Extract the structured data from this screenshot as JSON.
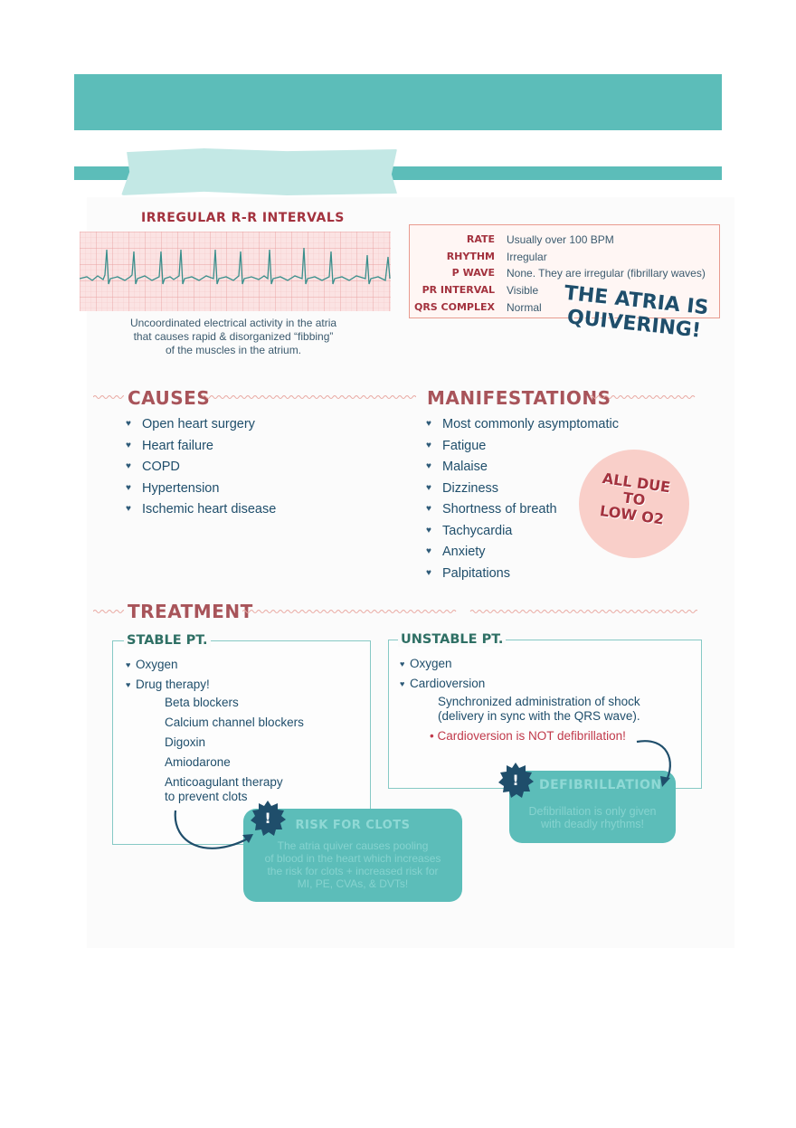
{
  "rr": {
    "title": "IRREGULAR R-R INTERVALS"
  },
  "caption": "Uncoordinated electrical activity in the atria\nthat causes rapid & disorganized “fibbing”\nof the muscles in the atrium.",
  "rhythm": [
    {
      "key": "RATE",
      "value": "Usually over 100 BPM"
    },
    {
      "key": "RHYTHM",
      "value": "Irregular"
    },
    {
      "key": "P WAVE",
      "value": "None. They are irregular (fibrillary waves)"
    },
    {
      "key": "PR INTERVAL",
      "value": "Visible"
    },
    {
      "key": "QRS COMPLEX",
      "value": "Normal"
    }
  ],
  "quiver": "THE ATRIA IS\nQUIVERING!",
  "causes": {
    "title": "CAUSES",
    "items": [
      "Open heart surgery",
      "Heart failure",
      "COPD",
      "Hypertension",
      "Ischemic heart disease"
    ]
  },
  "manifestations": {
    "title": "MANIFESTATIONS",
    "items": [
      "Most commonly asymptomatic",
      "Fatigue",
      "Malaise",
      "Dizziness",
      "Shortness of breath",
      "Tachycardia",
      "Anxiety",
      "Palpitations"
    ],
    "circle": "ALL DUE\nTO\nLOW O2"
  },
  "treatment": {
    "title": "TREATMENT",
    "stable": {
      "title": "STABLE PT.",
      "items": [
        "Oxygen",
        "Drug therapy!"
      ],
      "drugs": [
        "Beta blockers",
        "Calcium channel blockers",
        "Digoxin",
        "Amiodarone",
        "Anticoagulant therapy\nto prevent clots"
      ]
    },
    "unstable": {
      "title": "UNSTABLE PT.",
      "items": [
        "Oxygen",
        "Cardioversion"
      ],
      "detail": "Synchronized administration of shock\n(delivery in sync with the QRS wave).",
      "warning": "Cardioversion is NOT defibrillation!"
    },
    "clots": {
      "title": "RISK FOR CLOTS",
      "text": "The atria quiver causes pooling\nof blood in the heart which increases\nthe risk for clots + increased risk for\nMI, PE, CVAs, & DVTs!"
    },
    "defib": {
      "title": "DEFIBRILLATION",
      "text": "Defibrillation is only given\nwith deadly rhythms!"
    },
    "badge_symbol": "!"
  },
  "colors": {
    "teal": "#5cbdb9",
    "maroon": "#a3323e",
    "navy": "#1f4e6b",
    "pink": "#f9cfc9"
  }
}
